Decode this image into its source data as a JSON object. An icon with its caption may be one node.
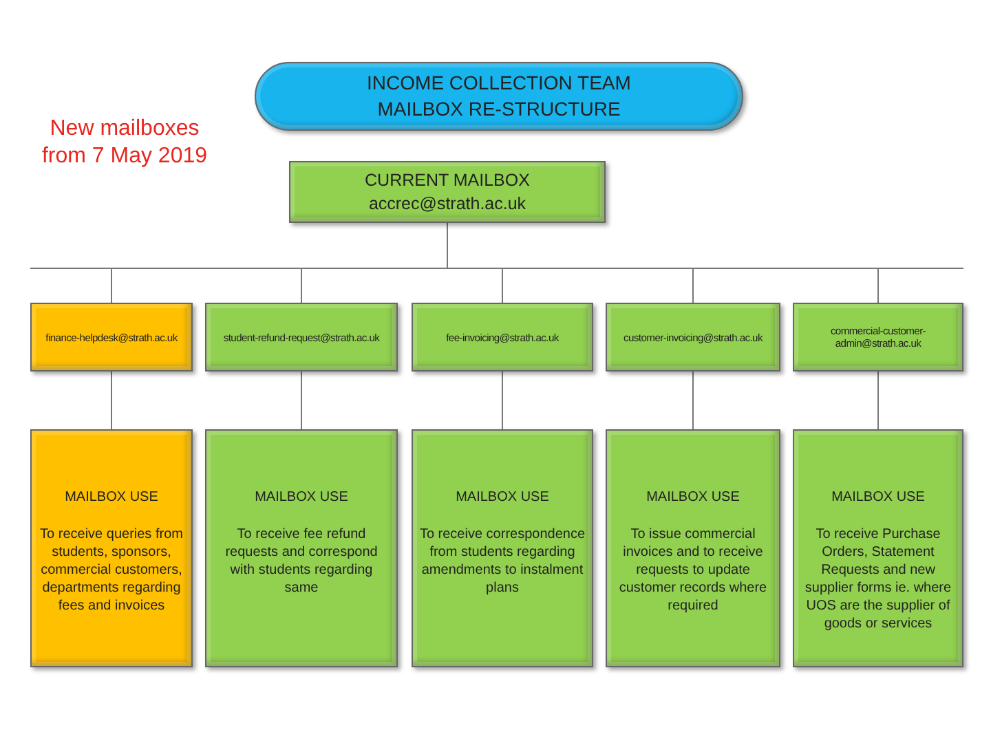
{
  "diagram": {
    "nodes": [
      {
        "text": [
          "INCOME COLLECTION TEAM MAILBOX RE-STRUCTURE"
        ]
      },
      {
        "text": [
          "CURRENT MAILBOX",
          "accrec@strath.ac.uk"
        ]
      },
      {
        "text": [
          "finance-helpdesk@strath.ac.uk"
        ]
      },
      {
        "text": [
          "student-refund-request@strath.ac.uk"
        ]
      },
      {
        "text": [
          "fee-invoicing@strath.ac.uk"
        ]
      },
      {
        "text": [
          "customer-invoicing@strath.ac.uk"
        ]
      },
      {
        "text": [
          "commercial-customer-admin@strath.ac.uk"
        ]
      },
      {
        "text": [
          "MAILBOX USE",
          "To receive queries from students, sponsors, commercial customers, departments regarding fees and invoices"
        ]
      },
      {
        "text": [
          "MAILBOX USE",
          "To receive fee refund requests and correspond with students regarding same"
        ]
      },
      {
        "text": [
          "MAILBOX USE",
          "To receive correspondence from students regarding amendments to instalment plans"
        ]
      },
      {
        "text": [
          "MAILBOX USE",
          "To issue commercial invoices and to receive requests to update customer records where required"
        ]
      },
      {
        "text": [
          "MAILBOX USE",
          "To receive Purchase Orders, Statement Requests and new supplier forms ie. where UOS are the supplier of goods or services"
        ]
      }
    ],
    "edges": [
      {
        "from": 1,
        "to": 2,
        "arrow": "none"
      },
      {
        "from": 1,
        "to": 3,
        "arrow": "none"
      },
      {
        "from": 1,
        "to": 4,
        "arrow": "none"
      },
      {
        "from": 1,
        "to": 5,
        "arrow": "none"
      },
      {
        "from": 1,
        "to": 6,
        "arrow": "none"
      },
      {
        "from": 2,
        "to": 7,
        "arrow": "none"
      },
      {
        "from": 3,
        "to": 8,
        "arrow": "none"
      },
      {
        "from": 4,
        "to": 9,
        "arrow": "none"
      },
      {
        "from": 5,
        "to": 10,
        "arrow": "none"
      },
      {
        "from": 6,
        "to": 11,
        "arrow": "none"
      }
    ],
    "labels": [
      "New mailboxes from 7 May 2019"
    ]
  }
}
